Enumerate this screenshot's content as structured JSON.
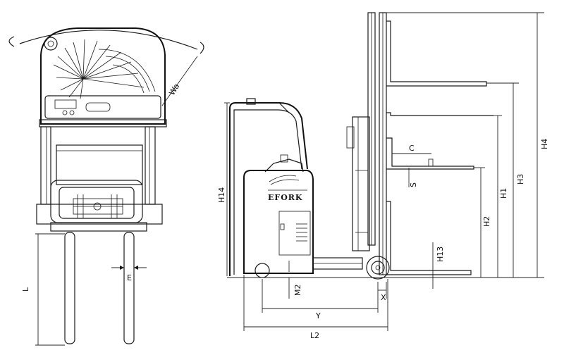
{
  "brand": "EFORK",
  "labels": {
    "wa": "Wa",
    "e": "E",
    "l": "L",
    "c": "C",
    "h4": "H4",
    "h3": "H3",
    "h1": "H1",
    "h2": "H2",
    "h13": "H13",
    "h14": "H14",
    "m2": "M2",
    "x": "X",
    "y": "Y",
    "l2": "L2",
    "s": "S"
  }
}
